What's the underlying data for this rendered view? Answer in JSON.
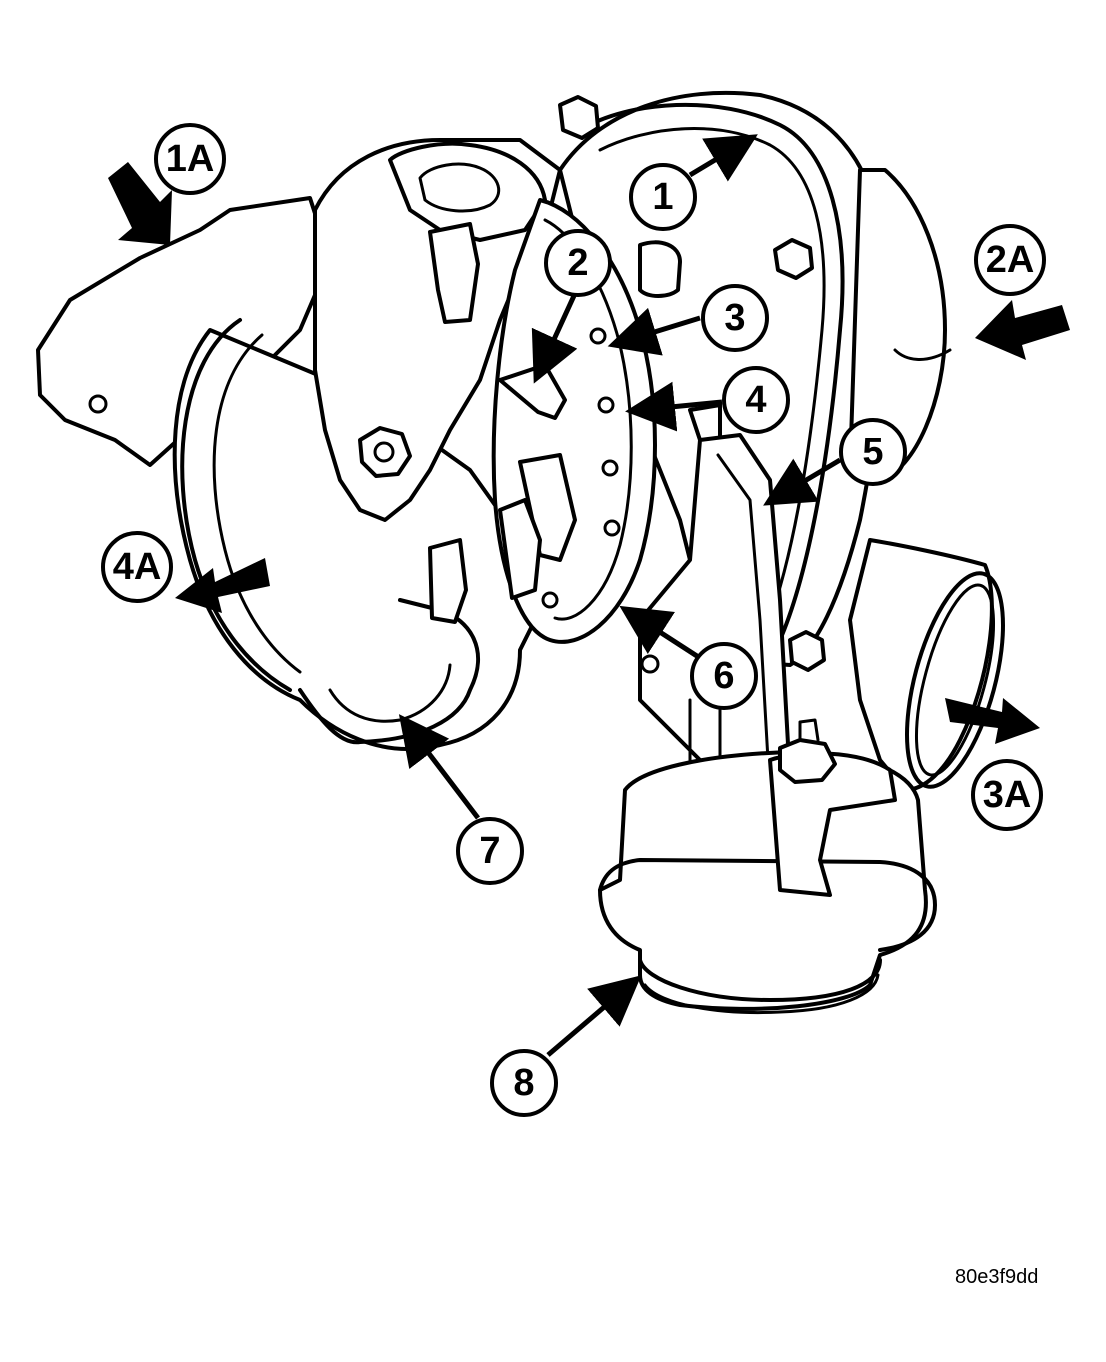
{
  "callouts": {
    "c1": "1",
    "c2": "2",
    "c3": "3",
    "c4": "4",
    "c5": "5",
    "c6": "6",
    "c7": "7",
    "c8": "8",
    "f1": "1A",
    "f2": "2A",
    "f3": "3A",
    "f4": "4A"
  },
  "image_id": "80e3f9dd"
}
